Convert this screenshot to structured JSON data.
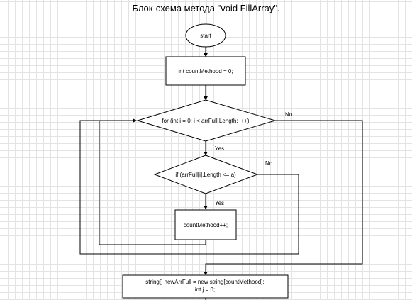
{
  "title": "Блок-схема метода \"void FillArray\".",
  "nodes": {
    "start": "start",
    "init": "int countMethood = 0;",
    "for_loop": "for (int i = 0; i < arrFull.Length; i++)",
    "if_cond": "if (arrFull[i].Length <= a)",
    "increment": "countMethood++;",
    "new_array_line1": "string[] newArrFull = new string[countMethood];",
    "new_array_line2": "int j = 0;"
  },
  "edge_labels": {
    "for_yes": "Yes",
    "for_no": "No",
    "if_yes": "Yes",
    "if_no": "No"
  }
}
